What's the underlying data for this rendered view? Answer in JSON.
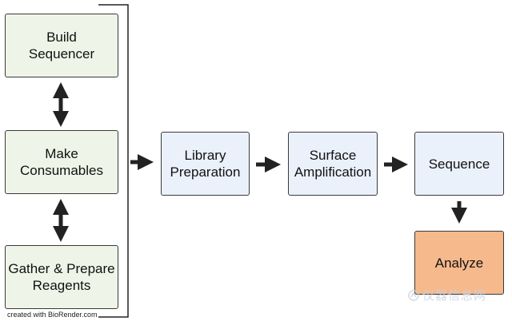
{
  "diagram": {
    "boxes": {
      "build_sequencer": "Build\nSequencer",
      "make_consumables": "Make\nConsumables",
      "gather_reagents": "Gather & Prepare\nReagents",
      "library_preparation": "Library\nPreparation",
      "surface_amplification": "Surface\nAmplification",
      "sequence": "Sequence",
      "analyze": "Analyze"
    },
    "credit": "created with BioRender.com",
    "watermark": "仪器信息网"
  },
  "colors": {
    "prep_box_fill": "#eef5e8",
    "workflow_box_fill": "#ebf1fb",
    "analyze_box_fill": "#f6b98c",
    "arrow": "#222222",
    "border": "#3a3a3a"
  }
}
